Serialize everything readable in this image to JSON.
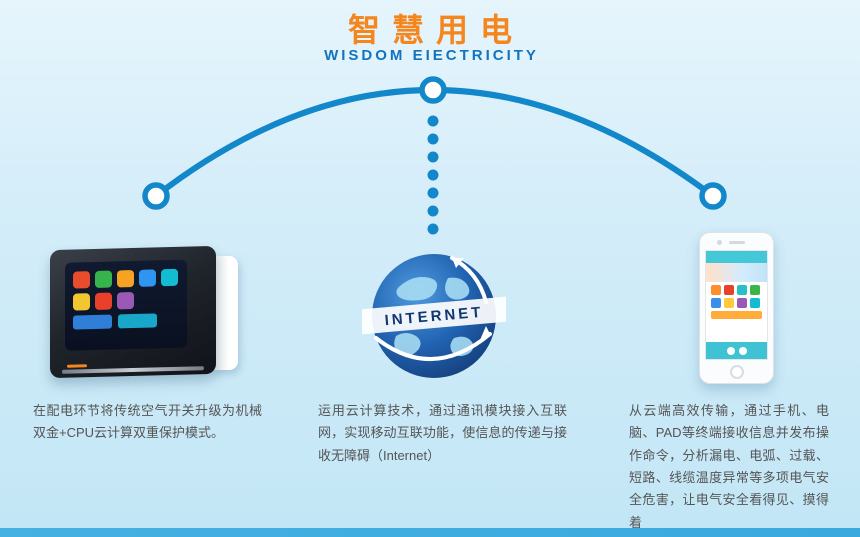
{
  "header": {
    "title_cn": "智慧用电",
    "title_en": "WISDOM EIECTRICITY"
  },
  "diagram": {
    "internet_label": "INTERNET"
  },
  "captions": {
    "left": "在配电环节将传统空气开关升级为机械双金+CPU云计算双重保护模式。",
    "center": "运用云计算技术，通过通讯模块接入互联网，实现移动互联功能，使信息的传递与接收无障碍（Internet）",
    "right": "从云端高效传输，通过手机、电脑、PAD等终端接收信息并发布操作命令，分析漏电、电弧、过载、短路、线缆温度异常等多项电气安全危害，让电气安全看得见、摸得着"
  },
  "colors": {
    "accent_blue": "#1287ca",
    "title_orange": "#f5861d",
    "subtitle_blue": "#1373bd",
    "background_top": "#e6f5fc",
    "background_bottom": "#c2e6f6",
    "bottom_band": "#3aa9de"
  }
}
